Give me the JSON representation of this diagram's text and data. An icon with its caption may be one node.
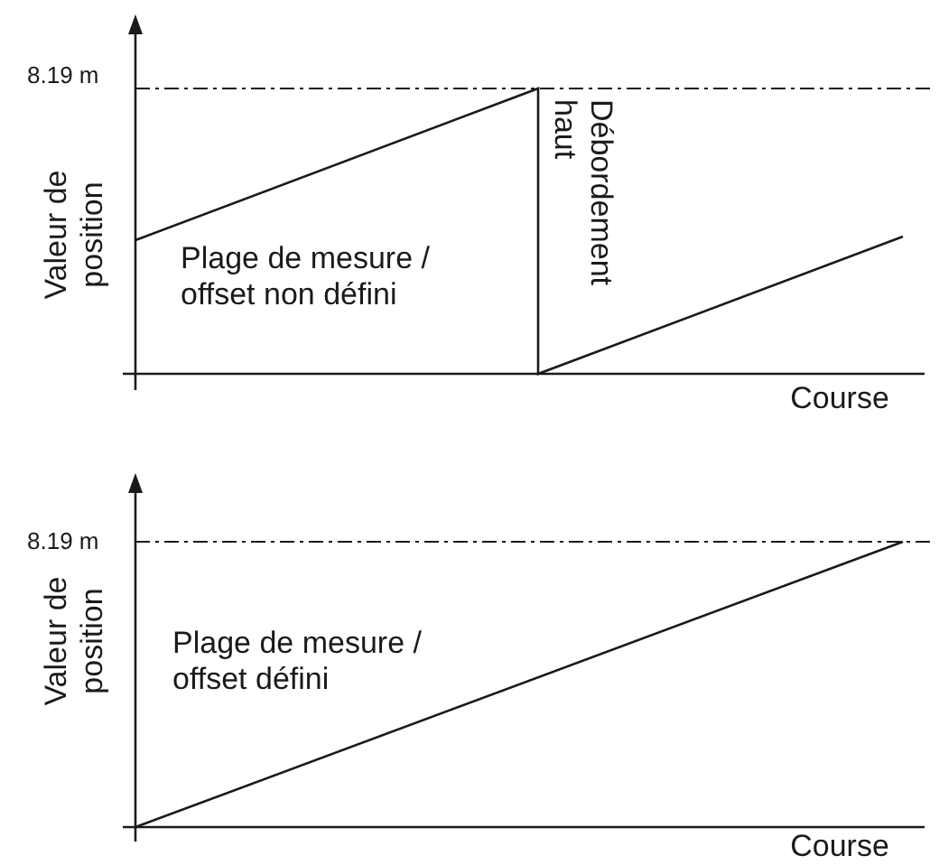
{
  "diagram": {
    "labels": [
      "8.19 m",
      "Valeur de position",
      "Plage de mesure / offset non défini",
      "Débordement haut",
      "Course",
      "8.19 m",
      "Valeur de position",
      "Plage de mesure / offset défini",
      "Course"
    ]
  }
}
